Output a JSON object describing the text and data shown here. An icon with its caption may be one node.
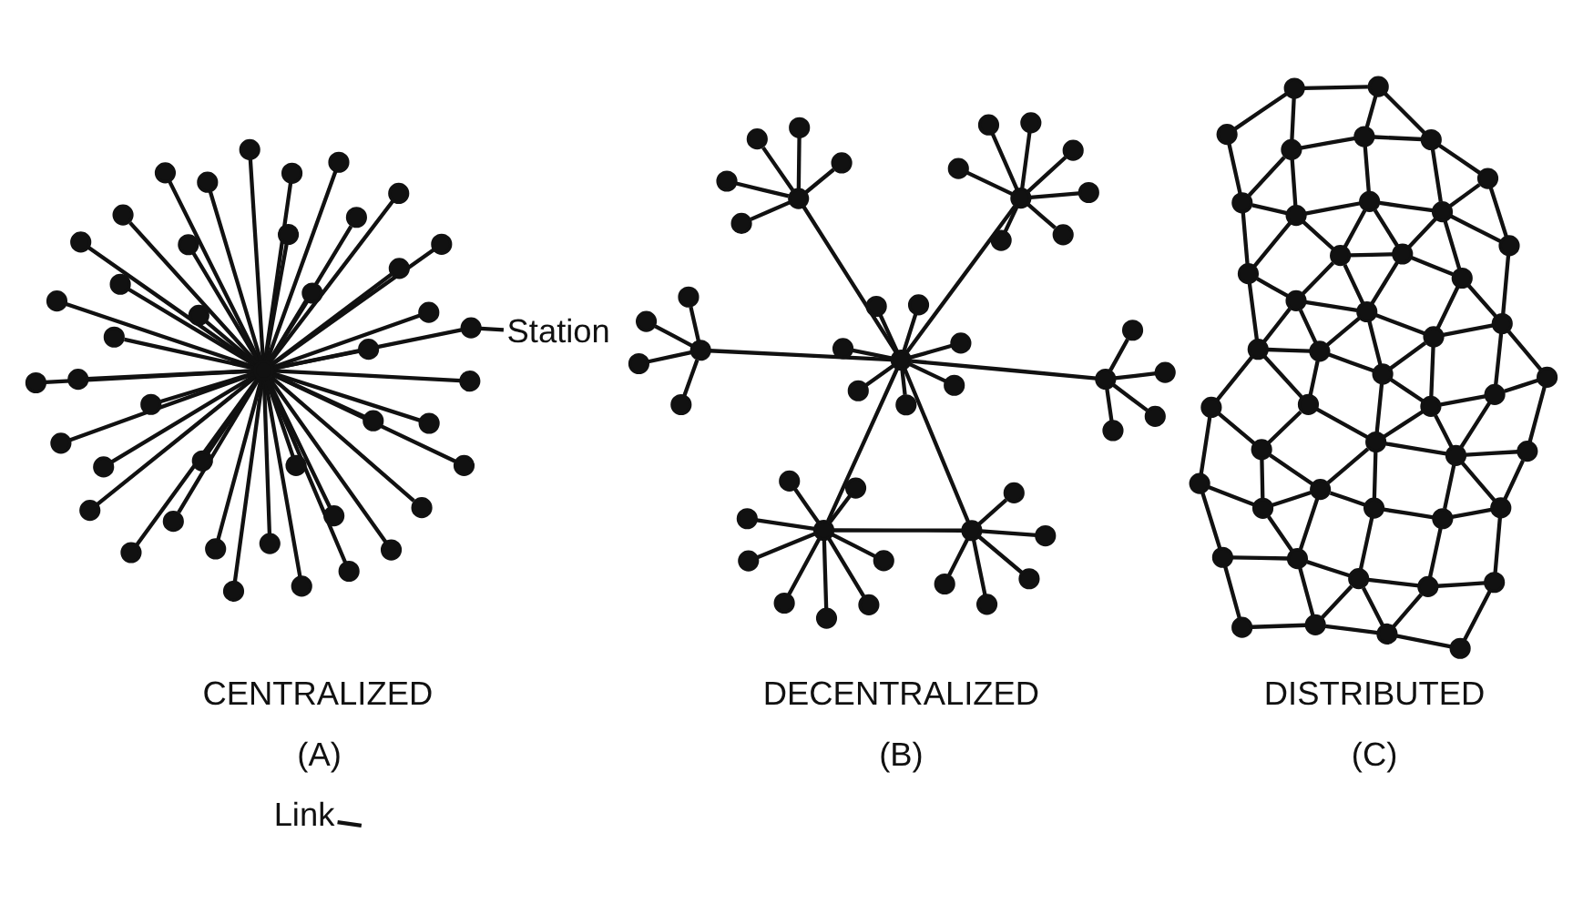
{
  "diagram": {
    "nodes": [
      {
        "text": [],
        "shape": "circle"
      },
      {
        "text": [],
        "shape": "circle"
      },
      {
        "text": [],
        "shape": "circle"
      },
      {
        "text": [],
        "shape": "circle"
      },
      {
        "text": [],
        "shape": "circle"
      },
      {
        "text": [],
        "shape": "circle"
      },
      {
        "text": [],
        "shape": "circle"
      },
      {
        "text": [],
        "shape": "circle"
      },
      {
        "text": [],
        "shape": "circle"
      },
      {
        "text": [],
        "shape": "circle"
      },
      {
        "text": [],
        "shape": "circle"
      },
      {
        "text": [],
        "shape": "circle"
      },
      {
        "text": [],
        "shape": "circle"
      },
      {
        "text": [],
        "shape": "circle"
      },
      {
        "text": [],
        "shape": "circle"
      },
      {
        "text": [],
        "shape": "circle"
      },
      {
        "text": [],
        "shape": "circle"
      },
      {
        "text": [],
        "shape": "circle"
      },
      {
        "text": [],
        "shape": "circle"
      },
      {
        "text": [],
        "shape": "circle"
      },
      {
        "text": [],
        "shape": "circle"
      },
      {
        "text": [],
        "shape": "circle"
      },
      {
        "text": [],
        "shape": "circle"
      },
      {
        "text": [],
        "shape": "circle"
      },
      {
        "text": [],
        "shape": "circle"
      },
      {
        "text": [],
        "shape": "circle"
      },
      {
        "text": [],
        "shape": "circle"
      },
      {
        "text": [],
        "shape": "circle"
      },
      {
        "text": [],
        "shape": "circle"
      },
      {
        "text": [],
        "shape": "circle"
      },
      {
        "text": [],
        "shape": "circle"
      },
      {
        "text": [],
        "shape": "circle"
      },
      {
        "text": [],
        "shape": "circle"
      },
      {
        "text": [],
        "shape": "circle"
      },
      {
        "text": [],
        "shape": "circle"
      },
      {
        "text": [],
        "shape": "circle"
      },
      {
        "text": [],
        "shape": "circle"
      },
      {
        "text": [],
        "shape": "circle"
      },
      {
        "text": [],
        "shape": "circle"
      },
      {
        "text": [],
        "shape": "circle"
      },
      {
        "text": [],
        "shape": "circle"
      },
      {
        "text": [],
        "shape": "circle"
      },
      {
        "text": [],
        "shape": "circle"
      },
      {
        "text": [],
        "shape": "circle"
      },
      {
        "text": [
          "Link"
        ]
      },
      {
        "text": [
          "Station"
        ]
      },
      {
        "text": [],
        "shape": "circle"
      },
      {
        "text": [],
        "shape": "circle"
      },
      {
        "text": [],
        "shape": "circle"
      },
      {
        "text": [],
        "shape": "circle"
      },
      {
        "text": [],
        "shape": "circle"
      },
      {
        "text": [],
        "shape": "circle"
      },
      {
        "text": [],
        "shape": "circle"
      },
      {
        "text": [],
        "shape": "circle"
      },
      {
        "text": [],
        "shape": "circle"
      },
      {
        "text": [],
        "shape": "circle"
      },
      {
        "text": [],
        "shape": "circle"
      },
      {
        "text": [],
        "shape": "circle"
      },
      {
        "text": [],
        "shape": "circle"
      },
      {
        "text": [],
        "shape": "circle"
      },
      {
        "text": [],
        "shape": "circle"
      },
      {
        "text": [],
        "shape": "circle"
      },
      {
        "text": [],
        "shape": "circle"
      },
      {
        "text": [],
        "shape": "circle"
      },
      {
        "text": [],
        "shape": "circle"
      },
      {
        "text": [],
        "shape": "circle"
      },
      {
        "text": [],
        "shape": "circle"
      },
      {
        "text": [],
        "shape": "circle"
      },
      {
        "text": [],
        "shape": "circle"
      },
      {
        "text": [],
        "shape": "circle"
      },
      {
        "text": [],
        "shape": "circle"
      },
      {
        "text": [],
        "shape": "circle"
      },
      {
        "text": [],
        "shape": "circle"
      },
      {
        "text": [],
        "shape": "circle"
      },
      {
        "text": [],
        "shape": "circle"
      },
      {
        "text": [],
        "shape": "circle"
      },
      {
        "text": [],
        "shape": "circle"
      },
      {
        "text": [],
        "shape": "circle"
      },
      {
        "text": [],
        "shape": "circle"
      },
      {
        "text": [],
        "shape": "circle"
      },
      {
        "text": [],
        "shape": "circle"
      },
      {
        "text": [],
        "shape": "circle"
      },
      {
        "text": [],
        "shape": "circle"
      },
      {
        "text": [],
        "shape": "circle"
      },
      {
        "text": [],
        "shape": "circle"
      },
      {
        "text": [],
        "shape": "circle"
      },
      {
        "text": [],
        "shape": "circle"
      },
      {
        "text": [],
        "shape": "circle"
      },
      {
        "text": [],
        "shape": "circle"
      },
      {
        "text": [],
        "shape": "circle"
      },
      {
        "text": [],
        "shape": "circle"
      },
      {
        "text": [],
        "shape": "circle"
      },
      {
        "text": [],
        "shape": "circle"
      },
      {
        "text": [],
        "shape": "circle"
      },
      {
        "text": [],
        "shape": "circle"
      },
      {
        "text": [],
        "shape": "circle"
      },
      {
        "text": [],
        "shape": "circle"
      },
      {
        "text": [],
        "shape": "circle"
      },
      {
        "text": [],
        "shape": "circle"
      },
      {
        "text": [],
        "shape": "circle"
      },
      {
        "text": [],
        "shape": "circle"
      },
      {
        "text": [],
        "shape": "circle"
      },
      {
        "text": [],
        "shape": "circle"
      },
      {
        "text": [],
        "shape": "circle"
      },
      {
        "text": [],
        "shape": "circle"
      },
      {
        "text": [],
        "shape": "circle"
      },
      {
        "text": [],
        "shape": "circle"
      },
      {
        "text": [],
        "shape": "circle"
      },
      {
        "text": [],
        "shape": "circle"
      },
      {
        "text": [],
        "shape": "circle"
      },
      {
        "text": [],
        "shape": "circle"
      },
      {
        "text": [],
        "shape": "circle"
      },
      {
        "text": [],
        "shape": "circle"
      },
      {
        "text": [],
        "shape": "circle"
      },
      {
        "text": [],
        "shape": "circle"
      },
      {
        "text": [],
        "shape": "circle"
      },
      {
        "text": [],
        "shape": "circle"
      },
      {
        "text": [],
        "shape": "circle"
      },
      {
        "text": [],
        "shape": "circle"
      },
      {
        "text": [],
        "shape": "circle"
      },
      {
        "text": [],
        "shape": "circle"
      },
      {
        "text": [],
        "shape": "circle"
      },
      {
        "text": [],
        "shape": "circle"
      },
      {
        "text": [],
        "shape": "circle"
      },
      {
        "text": [],
        "shape": "circle"
      },
      {
        "text": [],
        "shape": "circle"
      },
      {
        "text": [],
        "shape": "circle"
      },
      {
        "text": [],
        "shape": "circle"
      },
      {
        "text": [],
        "shape": "circle"
      },
      {
        "text": [],
        "shape": "circle"
      },
      {
        "text": [],
        "shape": "circle"
      },
      {
        "text": [],
        "shape": "circle"
      },
      {
        "text": [],
        "shape": "circle"
      },
      {
        "text": [],
        "shape": "circle"
      },
      {
        "text": [],
        "shape": "circle"
      },
      {
        "text": [],
        "shape": "circle"
      },
      {
        "text": [],
        "shape": "circle"
      },
      {
        "text": [],
        "shape": "circle"
      },
      {
        "text": [],
        "shape": "circle"
      },
      {
        "text": [],
        "shape": "circle"
      }
    ],
    "edges": [
      {
        "from": 0,
        "to": 1,
        "arrow": "none"
      },
      {
        "from": 0,
        "to": 2,
        "arrow": "none"
      },
      {
        "from": 0,
        "to": 3,
        "arrow": "none"
      },
      {
        "from": 0,
        "to": 4,
        "arrow": "none"
      },
      {
        "from": 0,
        "to": 5,
        "arrow": "none"
      },
      {
        "from": 0,
        "to": 6,
        "arrow": "none"
      },
      {
        "from": 0,
        "to": 7,
        "arrow": "none"
      },
      {
        "from": 0,
        "to": 8,
        "arrow": "none"
      },
      {
        "from": 0,
        "to": 9,
        "arrow": "none"
      },
      {
        "from": 0,
        "to": 10,
        "arrow": "none"
      },
      {
        "from": 0,
        "to": 11,
        "arrow": "none"
      },
      {
        "from": 0,
        "to": 12,
        "arrow": "none"
      },
      {
        "from": 0,
        "to": 13,
        "arrow": "none"
      },
      {
        "from": 0,
        "to": 14,
        "arrow": "none"
      },
      {
        "from": 0,
        "to": 15,
        "arrow": "none"
      },
      {
        "from": 0,
        "to": 16,
        "arrow": "none"
      },
      {
        "from": 0,
        "to": 17,
        "arrow": "none"
      },
      {
        "from": 0,
        "to": 18,
        "arrow": "none"
      },
      {
        "from": 0,
        "to": 19,
        "arrow": "none"
      },
      {
        "from": 0,
        "to": 20,
        "arrow": "none"
      },
      {
        "from": 0,
        "to": 21,
        "arrow": "none"
      },
      {
        "from": 0,
        "to": 22,
        "arrow": "none"
      },
      {
        "from": 0,
        "to": 23,
        "arrow": "none"
      },
      {
        "from": 0,
        "to": 24,
        "arrow": "none"
      },
      {
        "from": 0,
        "to": 25,
        "arrow": "none"
      },
      {
        "from": 0,
        "to": 26,
        "arrow": "none"
      },
      {
        "from": 0,
        "to": 27,
        "arrow": "none"
      },
      {
        "from": 0,
        "to": 28,
        "arrow": "none"
      },
      {
        "from": 0,
        "to": 29,
        "arrow": "none"
      },
      {
        "from": 0,
        "to": 30,
        "arrow": "none"
      },
      {
        "from": 0,
        "to": 31,
        "arrow": "none"
      },
      {
        "from": 0,
        "to": 32,
        "arrow": "none"
      },
      {
        "from": 0,
        "to": 33,
        "arrow": "none"
      },
      {
        "from": 0,
        "to": 34,
        "arrow": "none"
      },
      {
        "from": 0,
        "to": 35,
        "arrow": "none"
      },
      {
        "from": 0,
        "to": 36,
        "arrow": "none"
      },
      {
        "from": 0,
        "to": 37,
        "arrow": "none"
      },
      {
        "from": 0,
        "to": 38,
        "arrow": "none"
      },
      {
        "from": 0,
        "to": 39,
        "arrow": "none"
      },
      {
        "from": 0,
        "to": 40,
        "arrow": "none"
      },
      {
        "from": 0,
        "to": 41,
        "arrow": "none"
      },
      {
        "from": 0,
        "to": 42,
        "arrow": "none"
      },
      {
        "from": 0,
        "to": 43,
        "arrow": "none"
      },
      {
        "from": 44,
        "to": null,
        "arrow": "none"
      },
      {
        "from": 45,
        "to": 43,
        "arrow": "none"
      },
      {
        "from": 46,
        "to": 47,
        "arrow": "none"
      },
      {
        "from": 46,
        "to": 48,
        "arrow": "none"
      },
      {
        "from": 46,
        "to": 49,
        "arrow": "none"
      },
      {
        "from": 46,
        "to": 50,
        "arrow": "none"
      },
      {
        "from": 46,
        "to": 51,
        "arrow": "none"
      },
      {
        "from": 46,
        "to": 52,
        "arrow": "none"
      },
      {
        "from": 46,
        "to": 53,
        "arrow": "none"
      },
      {
        "from": 46,
        "to": 54,
        "arrow": "none"
      },
      {
        "from": 46,
        "to": 55,
        "arrow": "none"
      },
      {
        "from": 46,
        "to": 61,
        "arrow": "none"
      },
      {
        "from": 55,
        "to": 56,
        "arrow": "none"
      },
      {
        "from": 55,
        "to": 57,
        "arrow": "none"
      },
      {
        "from": 55,
        "to": 58,
        "arrow": "none"
      },
      {
        "from": 55,
        "to": 59,
        "arrow": "none"
      },
      {
        "from": 55,
        "to": 60,
        "arrow": "none"
      },
      {
        "from": 55,
        "to": 61,
        "arrow": "none"
      },
      {
        "from": 61,
        "to": 62,
        "arrow": "none"
      },
      {
        "from": 61,
        "to": 63,
        "arrow": "none"
      },
      {
        "from": 61,
        "to": 64,
        "arrow": "none"
      },
      {
        "from": 61,
        "to": 65,
        "arrow": "none"
      },
      {
        "from": 61,
        "to": 66,
        "arrow": "none"
      },
      {
        "from": 61,
        "to": 67,
        "arrow": "none"
      },
      {
        "from": 61,
        "to": 68,
        "arrow": "none"
      },
      {
        "from": 61,
        "to": 69,
        "arrow": "none"
      },
      {
        "from": 61,
        "to": 77,
        "arrow": "none"
      },
      {
        "from": 61,
        "to": 82,
        "arrow": "none"
      },
      {
        "from": 61,
        "to": 88,
        "arrow": "none"
      },
      {
        "from": 69,
        "to": 70,
        "arrow": "none"
      },
      {
        "from": 69,
        "to": 71,
        "arrow": "none"
      },
      {
        "from": 69,
        "to": 72,
        "arrow": "none"
      },
      {
        "from": 69,
        "to": 73,
        "arrow": "none"
      },
      {
        "from": 69,
        "to": 74,
        "arrow": "none"
      },
      {
        "from": 69,
        "to": 75,
        "arrow": "none"
      },
      {
        "from": 69,
        "to": 76,
        "arrow": "none"
      },
      {
        "from": 77,
        "to": 78,
        "arrow": "none"
      },
      {
        "from": 77,
        "to": 79,
        "arrow": "none"
      },
      {
        "from": 77,
        "to": 80,
        "arrow": "none"
      },
      {
        "from": 77,
        "to": 81,
        "arrow": "none"
      },
      {
        "from": 82,
        "to": 83,
        "arrow": "none"
      },
      {
        "from": 82,
        "to": 84,
        "arrow": "none"
      },
      {
        "from": 82,
        "to": 85,
        "arrow": "none"
      },
      {
        "from": 82,
        "to": 86,
        "arrow": "none"
      },
      {
        "from": 82,
        "to": 87,
        "arrow": "none"
      },
      {
        "from": 88,
        "to": 89,
        "arrow": "none"
      },
      {
        "from": 88,
        "to": 90,
        "arrow": "none"
      },
      {
        "from": 88,
        "to": 91,
        "arrow": "none"
      },
      {
        "from": 88,
        "to": 92,
        "arrow": "none"
      },
      {
        "from": 93,
        "to": 95,
        "arrow": "none"
      },
      {
        "from": 93,
        "to": 97,
        "arrow": "none"
      },
      {
        "from": 95,
        "to": 96,
        "arrow": "none"
      },
      {
        "from": 96,
        "to": 94,
        "arrow": "none"
      },
      {
        "from": 94,
        "to": 98,
        "arrow": "none"
      },
      {
        "from": 95,
        "to": 99,
        "arrow": "none"
      },
      {
        "from": 95,
        "to": 100,
        "arrow": "none"
      },
      {
        "from": 96,
        "to": 100,
        "arrow": "none"
      },
      {
        "from": 96,
        "to": 101,
        "arrow": "none"
      },
      {
        "from": 97,
        "to": 99,
        "arrow": "none"
      },
      {
        "from": 97,
        "to": 103,
        "arrow": "none"
      },
      {
        "from": 99,
        "to": 100,
        "arrow": "none"
      },
      {
        "from": 100,
        "to": 101,
        "arrow": "none"
      },
      {
        "from": 101,
        "to": 98,
        "arrow": "none"
      },
      {
        "from": 98,
        "to": 102,
        "arrow": "none"
      },
      {
        "from": 99,
        "to": 104,
        "arrow": "none"
      },
      {
        "from": 99,
        "to": 107,
        "arrow": "none"
      },
      {
        "from": 100,
        "to": 105,
        "arrow": "none"
      },
      {
        "from": 101,
        "to": 106,
        "arrow": "none"
      },
      {
        "from": 103,
        "to": 104,
        "arrow": "none"
      },
      {
        "from": 104,
        "to": 107,
        "arrow": "none"
      },
      {
        "from": 103,
        "to": 110,
        "arrow": "none"
      },
      {
        "from": 104,
        "to": 108,
        "arrow": "none"
      },
      {
        "from": 105,
        "to": 107,
        "arrow": "none"
      },
      {
        "from": 105,
        "to": 106,
        "arrow": "none"
      },
      {
        "from": 105,
        "to": 112,
        "arrow": "none"
      },
      {
        "from": 106,
        "to": 102,
        "arrow": "none"
      },
      {
        "from": 106,
        "to": 109,
        "arrow": "none"
      },
      {
        "from": 102,
        "to": 109,
        "arrow": "none"
      },
      {
        "from": 102,
        "to": 111,
        "arrow": "none"
      },
      {
        "from": 107,
        "to": 108,
        "arrow": "none"
      },
      {
        "from": 107,
        "to": 112,
        "arrow": "none"
      },
      {
        "from": 108,
        "to": 110,
        "arrow": "none"
      },
      {
        "from": 108,
        "to": 113,
        "arrow": "none"
      },
      {
        "from": 109,
        "to": 112,
        "arrow": "none"
      },
      {
        "from": 109,
        "to": 111,
        "arrow": "none"
      },
      {
        "from": 109,
        "to": 115,
        "arrow": "none"
      },
      {
        "from": 109,
        "to": 116,
        "arrow": "none"
      },
      {
        "from": 111,
        "to": 114,
        "arrow": "none"
      },
      {
        "from": 110,
        "to": 119,
        "arrow": "none"
      },
      {
        "from": 112,
        "to": 113,
        "arrow": "none"
      },
      {
        "from": 112,
        "to": 118,
        "arrow": "none"
      },
      {
        "from": 112,
        "to": 115,
        "arrow": "none"
      },
      {
        "from": 113,
        "to": 117,
        "arrow": "none"
      },
      {
        "from": 113,
        "to": 119,
        "arrow": "none"
      },
      {
        "from": 114,
        "to": 116,
        "arrow": "none"
      },
      {
        "from": 114,
        "to": 121,
        "arrow": "none"
      },
      {
        "from": 115,
        "to": 116,
        "arrow": "none"
      },
      {
        "from": 115,
        "to": 120,
        "arrow": "none"
      },
      {
        "from": 116,
        "to": 121,
        "arrow": "none"
      },
      {
        "from": 115,
        "to": 118,
        "arrow": "none"
      },
      {
        "from": 118,
        "to": 120,
        "arrow": "none"
      },
      {
        "from": 117,
        "to": 119,
        "arrow": "none"
      },
      {
        "from": 117,
        "to": 118,
        "arrow": "none"
      },
      {
        "from": 117,
        "to": 124,
        "arrow": "none"
      },
      {
        "from": 117,
        "to": 122,
        "arrow": "none"
      },
      {
        "from": 119,
        "to": 124,
        "arrow": "none"
      },
      {
        "from": 119,
        "to": 127,
        "arrow": "none"
      },
      {
        "from": 118,
        "to": 122,
        "arrow": "none"
      },
      {
        "from": 120,
        "to": 122,
        "arrow": "none"
      },
      {
        "from": 120,
        "to": 121,
        "arrow": "none"
      },
      {
        "from": 120,
        "to": 123,
        "arrow": "none"
      },
      {
        "from": 121,
        "to": 123,
        "arrow": "none"
      },
      {
        "from": 121,
        "to": 129,
        "arrow": "none"
      },
      {
        "from": 122,
        "to": 124,
        "arrow": "none"
      },
      {
        "from": 122,
        "to": 126,
        "arrow": "none"
      },
      {
        "from": 122,
        "to": 125,
        "arrow": "none"
      },
      {
        "from": 123,
        "to": 125,
        "arrow": "none"
      },
      {
        "from": 123,
        "to": 130,
        "arrow": "none"
      },
      {
        "from": 124,
        "to": 126,
        "arrow": "none"
      },
      {
        "from": 124,
        "to": 127,
        "arrow": "none"
      },
      {
        "from": 125,
        "to": 126,
        "arrow": "none"
      },
      {
        "from": 125,
        "to": 128,
        "arrow": "none"
      },
      {
        "from": 125,
        "to": 130,
        "arrow": "none"
      },
      {
        "from": 126,
        "to": 128,
        "arrow": "none"
      },
      {
        "from": 126,
        "to": 131,
        "arrow": "none"
      },
      {
        "from": 127,
        "to": 131,
        "arrow": "none"
      },
      {
        "from": 127,
        "to": 134,
        "arrow": "none"
      },
      {
        "from": 128,
        "to": 130,
        "arrow": "none"
      },
      {
        "from": 128,
        "to": 131,
        "arrow": "none"
      },
      {
        "from": 128,
        "to": 136,
        "arrow": "none"
      },
      {
        "from": 129,
        "to": 130,
        "arrow": "none"
      },
      {
        "from": 129,
        "to": 132,
        "arrow": "none"
      },
      {
        "from": 130,
        "to": 132,
        "arrow": "none"
      },
      {
        "from": 130,
        "to": 133,
        "arrow": "none"
      },
      {
        "from": 131,
        "to": 134,
        "arrow": "none"
      },
      {
        "from": 131,
        "to": 135,
        "arrow": "none"
      },
      {
        "from": 132,
        "to": 133,
        "arrow": "none"
      },
      {
        "from": 133,
        "to": 136,
        "arrow": "none"
      },
      {
        "from": 133,
        "to": 137,
        "arrow": "none"
      },
      {
        "from": 134,
        "to": 135,
        "arrow": "none"
      },
      {
        "from": 134,
        "to": 138,
        "arrow": "none"
      },
      {
        "from": 135,
        "to": 136,
        "arrow": "none"
      },
      {
        "from": 135,
        "to": 139,
        "arrow": "none"
      },
      {
        "from": 136,
        "to": 137,
        "arrow": "none"
      },
      {
        "from": 137,
        "to": 139,
        "arrow": "none"
      },
      {
        "from": 138,
        "to": 139,
        "arrow": "none"
      }
    ],
    "labels": [
      "CENTRALIZED",
      "DECENTRALIZED",
      "DISTRIBUTED",
      "(A)",
      "(B)",
      "(C)"
    ]
  }
}
